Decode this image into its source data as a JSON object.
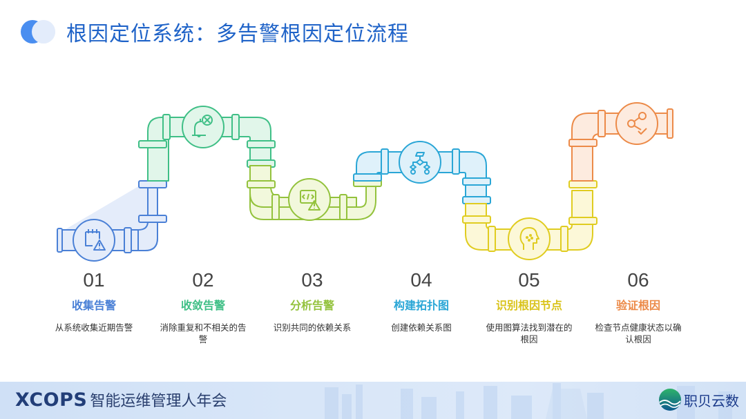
{
  "header": {
    "title": "根因定位系统：多告警根因定位流程",
    "accent_color": "#1f63c8"
  },
  "steps": [
    {
      "number": "01",
      "name": "收集告警",
      "description": "从系统收集近期告警",
      "color": "#4a80d6",
      "fill": "#e4ecfa",
      "icon": "calendar-warning-icon"
    },
    {
      "number": "02",
      "name": "收敛告警",
      "description": "消除重复和不相关的告警",
      "color": "#3fbf86",
      "fill": "#e1f6ea",
      "icon": "bell-cancel-icon"
    },
    {
      "number": "03",
      "name": "分析告警",
      "description": "识别共同的依赖关系",
      "color": "#93c23c",
      "fill": "#f2f8dc",
      "icon": "code-warning-icon"
    },
    {
      "number": "04",
      "name": "构建拓扑图",
      "description": "创建依赖关系图",
      "color": "#2aa6d6",
      "fill": "#dff1fa",
      "icon": "hierarchy-diagram-icon"
    },
    {
      "number": "05",
      "name": "识别根因节点",
      "description": "使用图算法找到潜在的根因",
      "color": "#e0cc20",
      "fill": "#fcf8d8",
      "icon": "head-thinking-icon"
    },
    {
      "number": "06",
      "name": "验证根因",
      "description": "检查节点健康状态以确认根因",
      "color": "#ec8a48",
      "fill": "#fdebdf",
      "icon": "share-check-icon"
    }
  ],
  "footer": {
    "brand": "XCOPS",
    "event_name": "智能运维管理人年会",
    "logo_text": "职贝云数"
  }
}
